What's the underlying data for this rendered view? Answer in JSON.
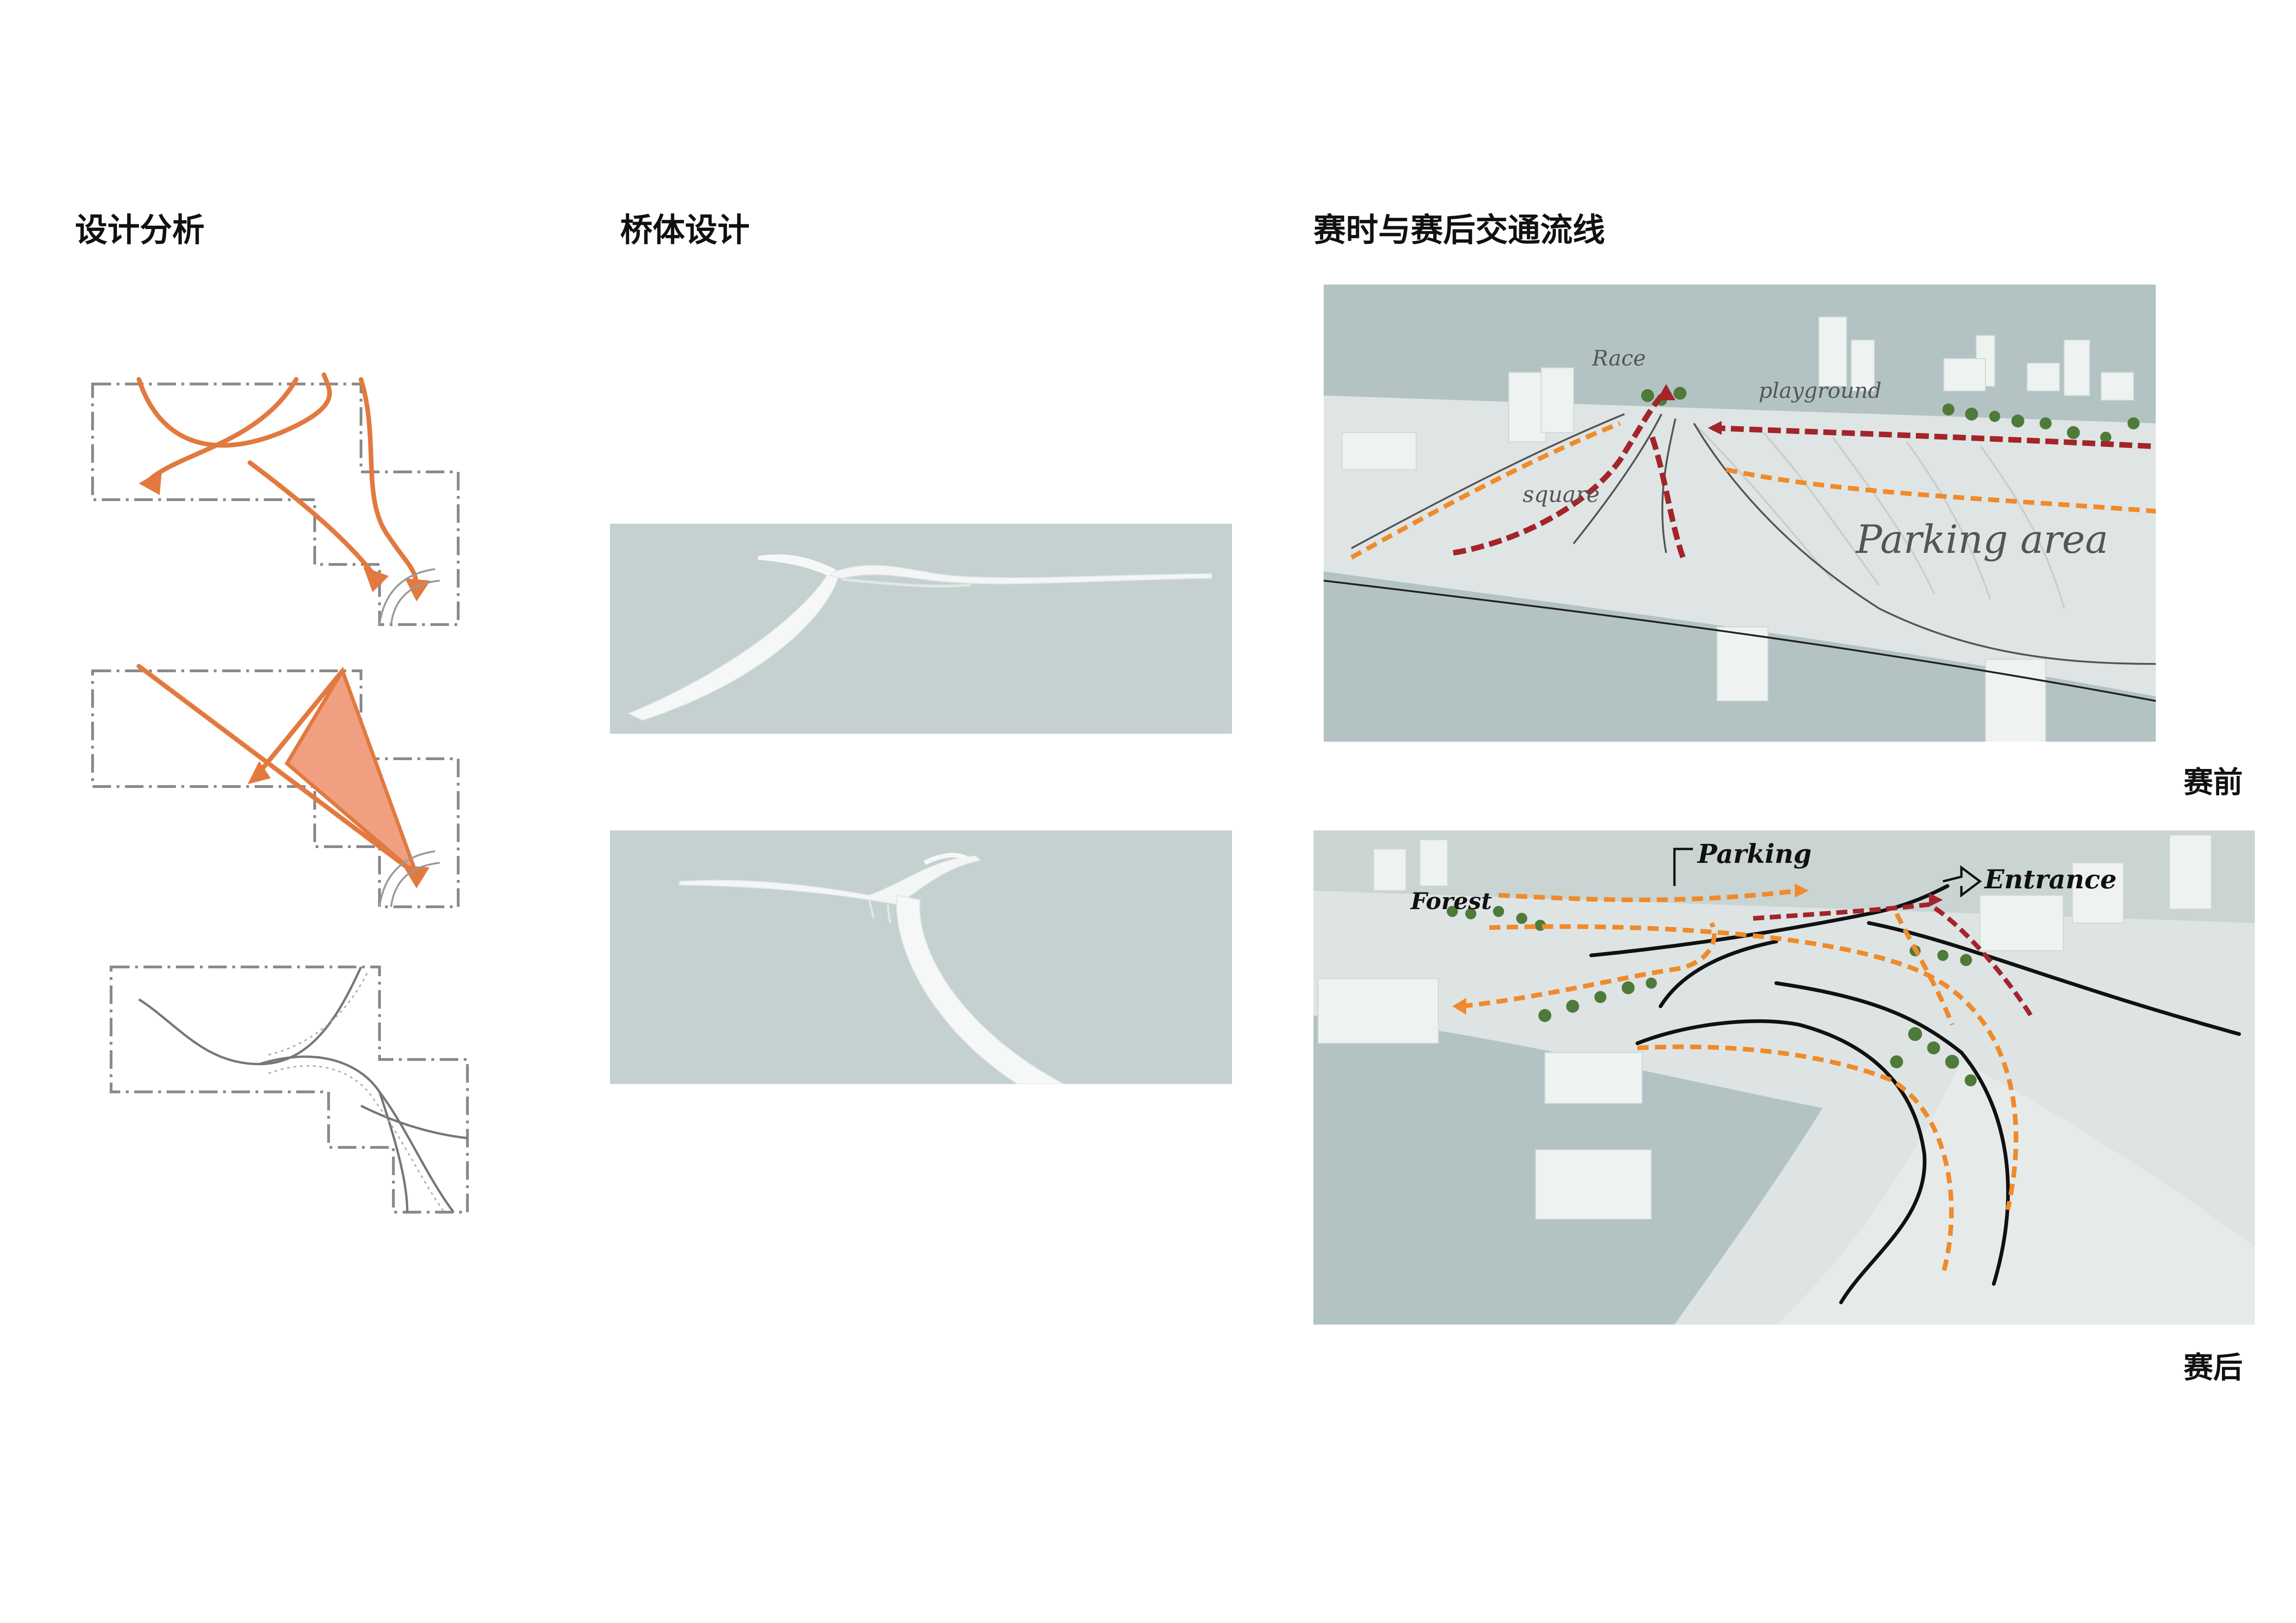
{
  "titles": {
    "design_analysis": "设计分析",
    "bridge_design": "桥体设计",
    "traffic_flow": "赛时与赛后交通流线"
  },
  "captions": {
    "before": "赛前",
    "after": "赛后"
  },
  "before_labels": {
    "race": "Race",
    "playground": "playground",
    "square": "square",
    "parking_area": "Parking area"
  },
  "after_labels": {
    "parking": "Parking",
    "entrance": "Entrance",
    "forest": "Forest"
  },
  "colors": {
    "background": "#ffffff",
    "model_bg": "#b3c3c3",
    "model_bg_light": "#c9d4d3",
    "massing": "#eef2f1",
    "sketch_orange": "#e2793f",
    "sketch_fill": "#f0a080",
    "route_orange": "#f08a2a",
    "route_red": "#a3242a",
    "route_black": "#111111",
    "tree_green": "#4f7a3a",
    "dashed_gray": "#8a8a8a"
  }
}
